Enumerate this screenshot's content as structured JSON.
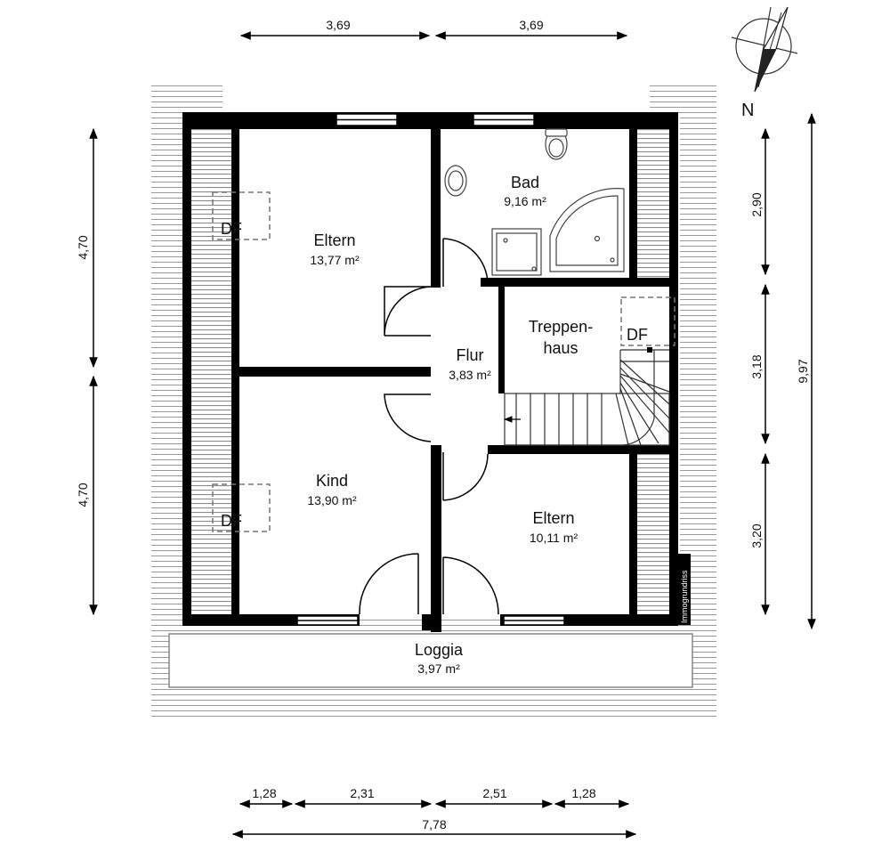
{
  "rooms": {
    "bad": {
      "name": "Bad",
      "area": "9,16 m²"
    },
    "eltern_top": {
      "name": "Eltern",
      "area": "13,77 m²"
    },
    "treppenhaus": {
      "name_line1": "Treppen-",
      "name_line2": "haus"
    },
    "flur": {
      "name": "Flur",
      "area": "3,83 m²"
    },
    "kind": {
      "name": "Kind",
      "area": "13,90 m²"
    },
    "eltern_bottom": {
      "name": "Eltern",
      "area": "10,11 m²"
    },
    "loggia": {
      "name": "Loggia",
      "area": "3,97 m²"
    }
  },
  "df_label": "DF",
  "north_label": "N",
  "brand": "Immogrundriss",
  "dimensions": {
    "top": [
      "3,69",
      "3,69"
    ],
    "left": [
      "4,70",
      "4,70"
    ],
    "right": [
      "2,90",
      "3,18",
      "3,20"
    ],
    "right_total": "9,97",
    "bottom": [
      "1,28",
      "2,31",
      "2,51",
      "1,28"
    ],
    "bottom_total": "7,78"
  }
}
